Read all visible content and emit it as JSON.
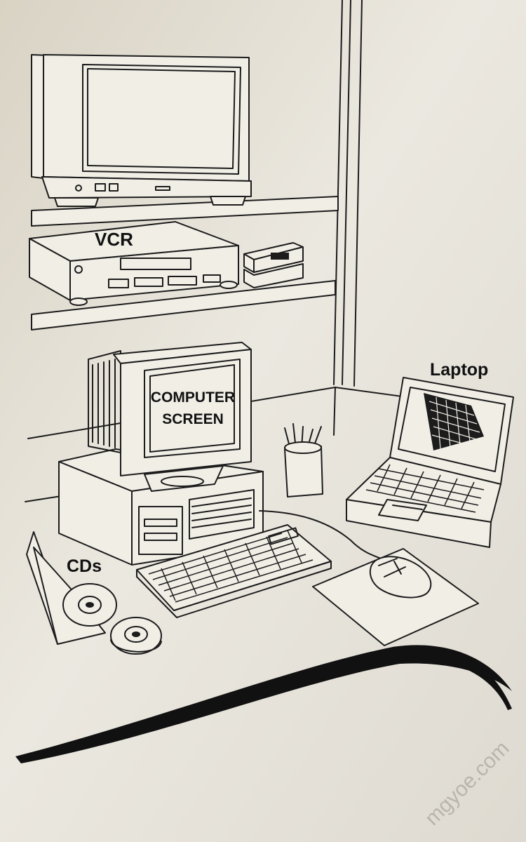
{
  "labels": {
    "vcr": "VCR",
    "laptop": "Laptop",
    "screen_line1": "COMPUTER",
    "screen_line2": "SCREEN",
    "cds": "CDs"
  },
  "watermark": "mgyoe.com",
  "colors": {
    "paper": "#e4e0d6",
    "ink": "#1c1c1c",
    "fill": "#f1eee6"
  }
}
